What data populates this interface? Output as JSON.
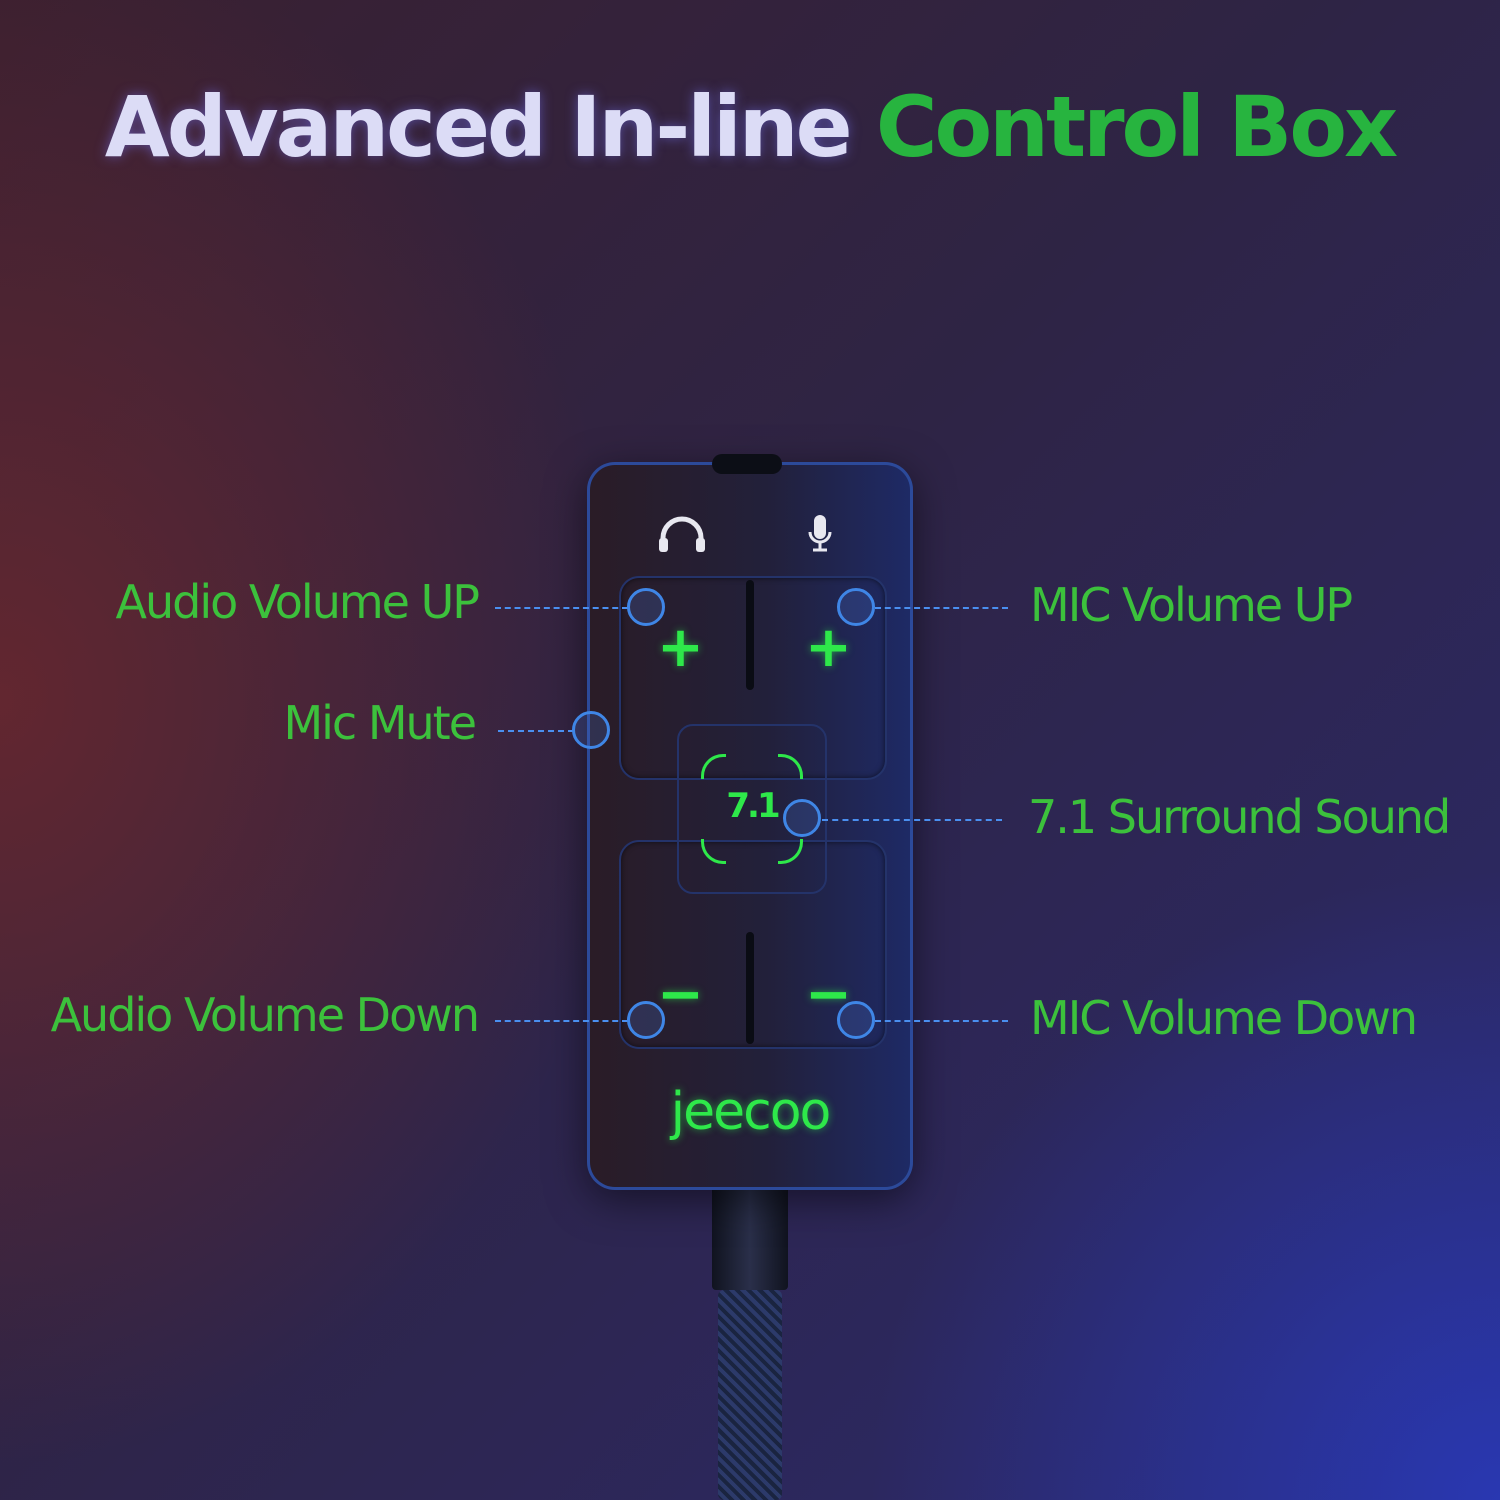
{
  "headline": {
    "part1": "Advanced In-line ",
    "part2": "Control Box"
  },
  "callouts": {
    "audio_volume_up": "Audio Volume UP",
    "mic_mute": "Mic Mute",
    "audio_volume_down": "Audio Volume Down",
    "mic_volume_up": "MIC Volume UP",
    "surround": "7.1 Surround Sound",
    "mic_volume_down": "MIC Volume Down"
  },
  "device": {
    "plus": "+",
    "minus": "−",
    "surround_button": "7.1",
    "brand_logo": "JEECOO",
    "headphone_icon": "headphone-icon",
    "mic_icon": "microphone-icon"
  },
  "colors": {
    "accent_green": "#3cc13c",
    "callout_blue": "#3f86e6"
  }
}
